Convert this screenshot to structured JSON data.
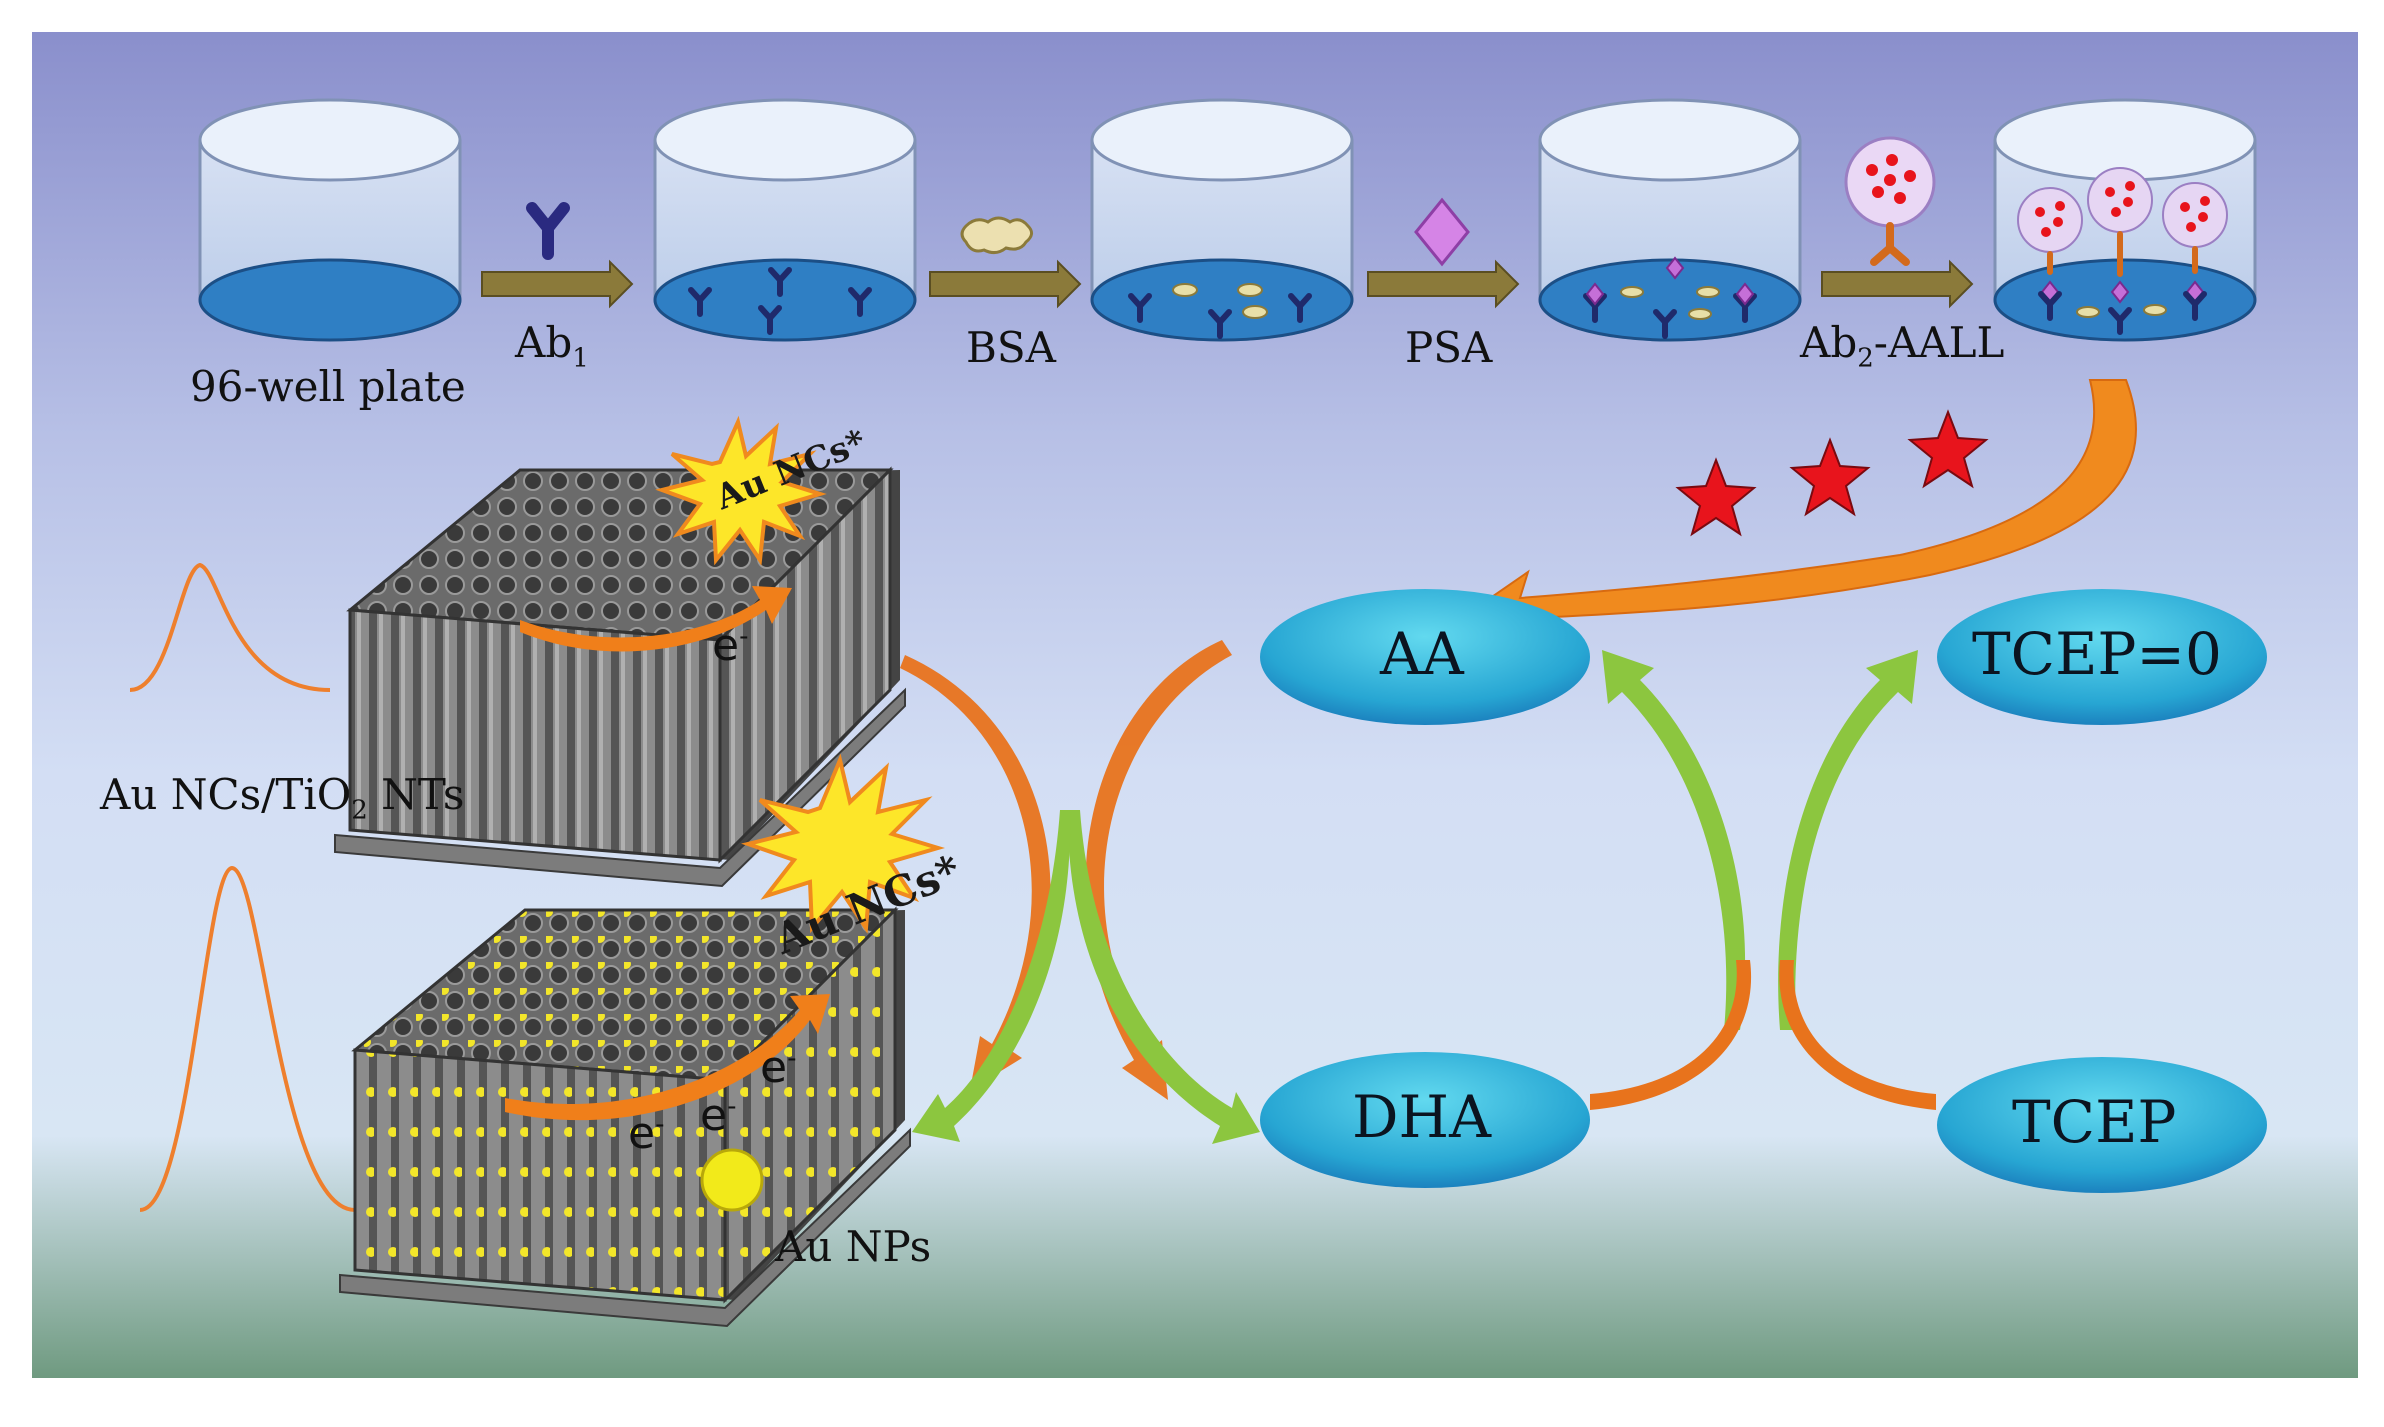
{
  "wells": {
    "plate_label": "96-well plate"
  },
  "steps": [
    {
      "label": "Ab",
      "sub": "1"
    },
    {
      "label": "BSA",
      "sub": ""
    },
    {
      "label": "PSA",
      "sub": ""
    },
    {
      "label": "Ab",
      "sub": "2",
      "suffix": "-AALL"
    }
  ],
  "cycle": {
    "aa": "AA",
    "dha": "DHA",
    "tcep_oxidized": "TCEP=0",
    "tcep": "TCEP"
  },
  "electrodes": {
    "top_label_prefix": "Au NCs/TiO",
    "top_label_sub": "2",
    "top_label_suffix": " NTs",
    "top_burst": "Au NCs*",
    "bottom_burst": "Au NCs*",
    "np_label": "Au NPs",
    "electron": "e",
    "electron_sup": "-"
  },
  "colors": {
    "background_top": "#8a8fcc",
    "background_bottom": "#cfe0f2",
    "well_bottom": "#2f7fc4",
    "ellipse": "#29b7d8",
    "orange_arrow": "#e8731c",
    "green_arrow": "#8cc63f",
    "star": "#e8141c",
    "curve": "#ee7f2d"
  }
}
